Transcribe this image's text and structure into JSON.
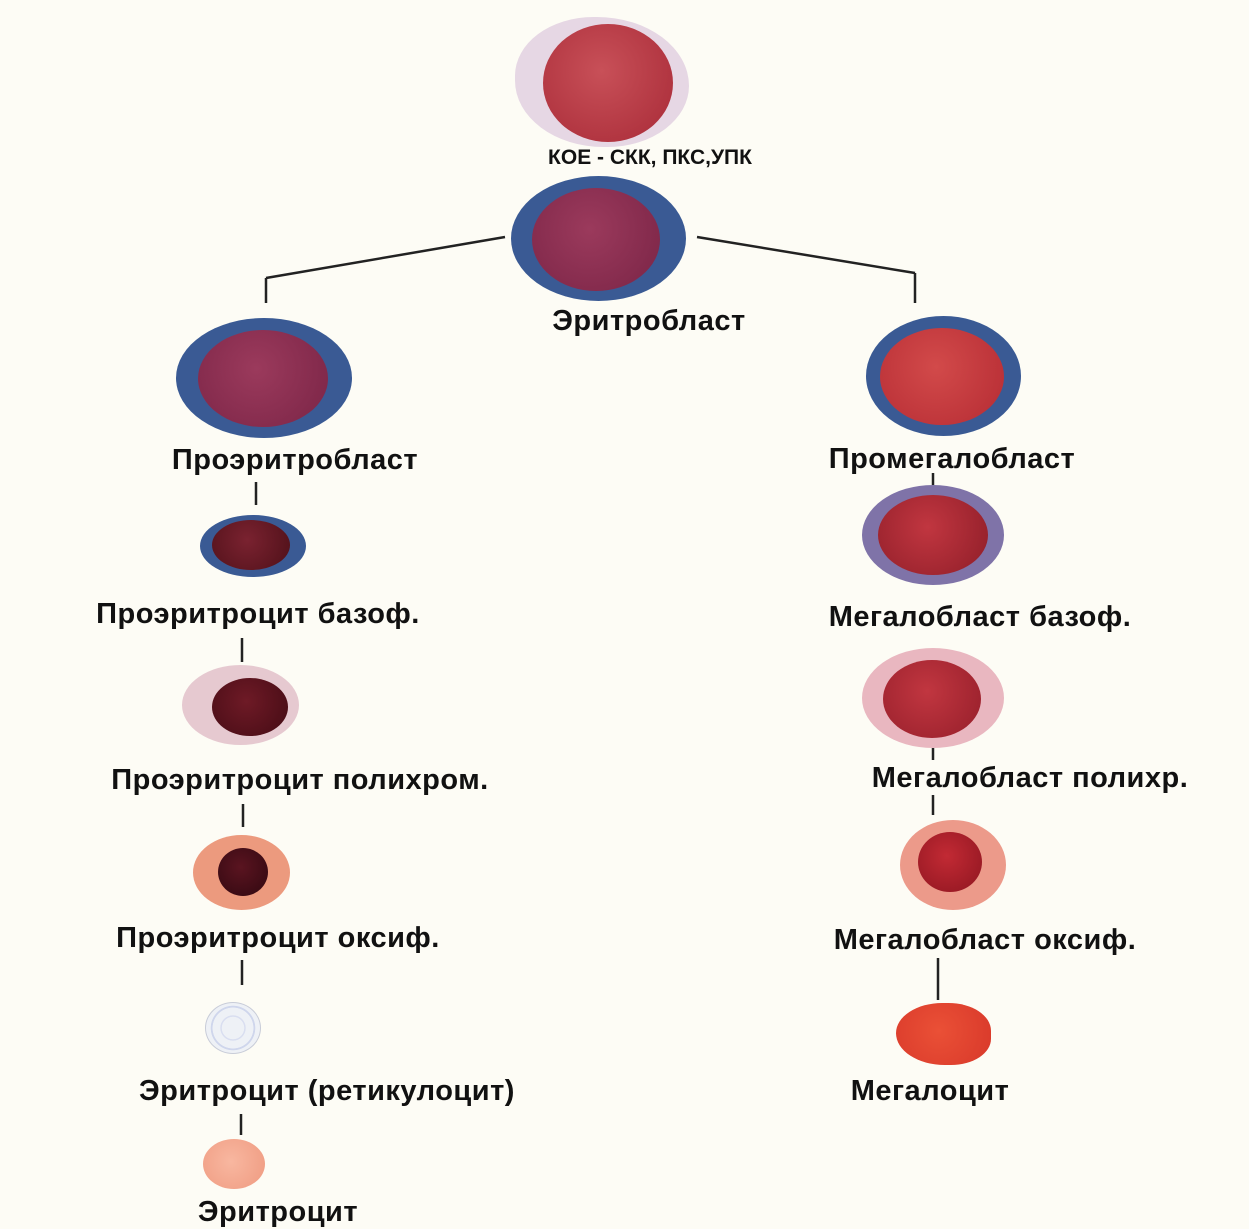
{
  "labels": {
    "stem": "КОЕ - СКК, ПКС,УПК",
    "erythroblast": "Эритробласт",
    "left": {
      "proerythroblast": "Проэритробласт",
      "basophilic": "Проэритроцит базоф.",
      "polychromatic": "Проэритроцит полихром.",
      "oxyphilic": "Проэритроцит оксиф.",
      "reticulocyte": "Эритроцит (ретикулоцит)",
      "erythrocyte": "Эритроцит"
    },
    "right": {
      "promegaloblast": "Промегалобласт",
      "basophilic": "Мегалобласт базоф.",
      "polychromatic": "Мегалобласт полихр.",
      "oxyphilic": "Мегалобласт оксиф.",
      "megalocyte": "Мегалоцит"
    }
  },
  "colors": {
    "background": "#fdfcf5",
    "connector": "#222222",
    "stem_cytoplasm": "#e6d7e4",
    "stem_nucleus": "#b53b45",
    "blue_cytoplasm": "#3a5a94",
    "purple_nucleus": "#8c2d4e",
    "red_nucleus": "#c1333b",
    "dark_nucleus": "#5a1420",
    "pink_cytoplasm": "#e9b7c0",
    "orange_cytoplasm": "#ec9a7e",
    "reticulocyte": "#eef1f6",
    "erythrocyte": "#f5a58e",
    "megalocyte": "#e0432d"
  }
}
